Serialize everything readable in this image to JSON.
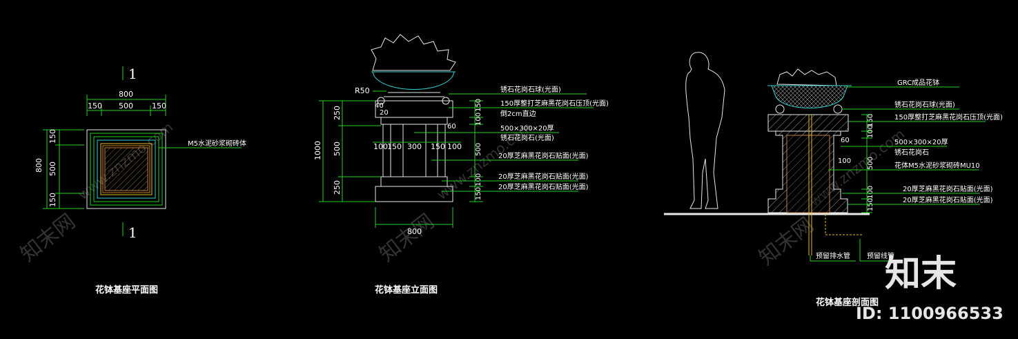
{
  "watermark": {
    "text": "知末网",
    "url": "www.znzmo.com",
    "logo": "知末",
    "id": "ID: 1100966533"
  },
  "plan": {
    "title": "花钵基座平面图",
    "cut_top": "1",
    "cut_bottom": "1",
    "dim_total_w": "800",
    "dim_w1": "150",
    "dim_w2": "500",
    "dim_w3": "150",
    "dim_total_h": "800",
    "dim_h1": "150",
    "dim_h2": "500",
    "dim_h3": "150",
    "note": "M5水泥砂浆砌砖体"
  },
  "elevation": {
    "title": "花钵基座立面图",
    "r50": "R50",
    "d250a": "250",
    "d500": "500",
    "d250b": "250",
    "d1000": "1000",
    "d100a": "100",
    "d150a": "150",
    "d300": "300",
    "d150b": "150",
    "d100b": "100",
    "d800": "800",
    "d150r": "150",
    "d100r": "100",
    "d500r": "500",
    "d100r2": "100",
    "d150r2": "150",
    "d60": "60",
    "d20": "20",
    "d40": "40",
    "n1": "锈石花岗石球(光面)",
    "n2": "150厚整打芝麻黑花岗石压顶(光面)",
    "n3": "倒2cm直边",
    "n4": "500×300×20厚",
    "n5": "锈石花岗石(光面)",
    "n6": "20厚芝麻黑花岗石贴面(光面)",
    "n7": "20厚芝麻黑花岗石贴面(光面)",
    "n8": "20厚芝麻黑花岗石贴面(光面)"
  },
  "section": {
    "title": "花钵基座剖面图",
    "n1": "GRC成品花钵",
    "n2": "锈石花岗石球(光面)",
    "n3": "150厚整打芝麻黑花岗石压顶(光面)",
    "n4": "500×300×20厚",
    "n5": "锈石花岗石",
    "n6": "花体M5水泥砂浆砌砖MU10",
    "n7": "20厚芝麻黑花岗石贴面(光面)",
    "n8": "20厚芝麻黑花岗石贴面(光面)",
    "d150": "150",
    "d100": "100",
    "d500": "500",
    "d100b": "100",
    "d150b": "150",
    "d60": "60",
    "d100c": "100",
    "drain1": "预留排水管",
    "drain2": "预留线管"
  }
}
